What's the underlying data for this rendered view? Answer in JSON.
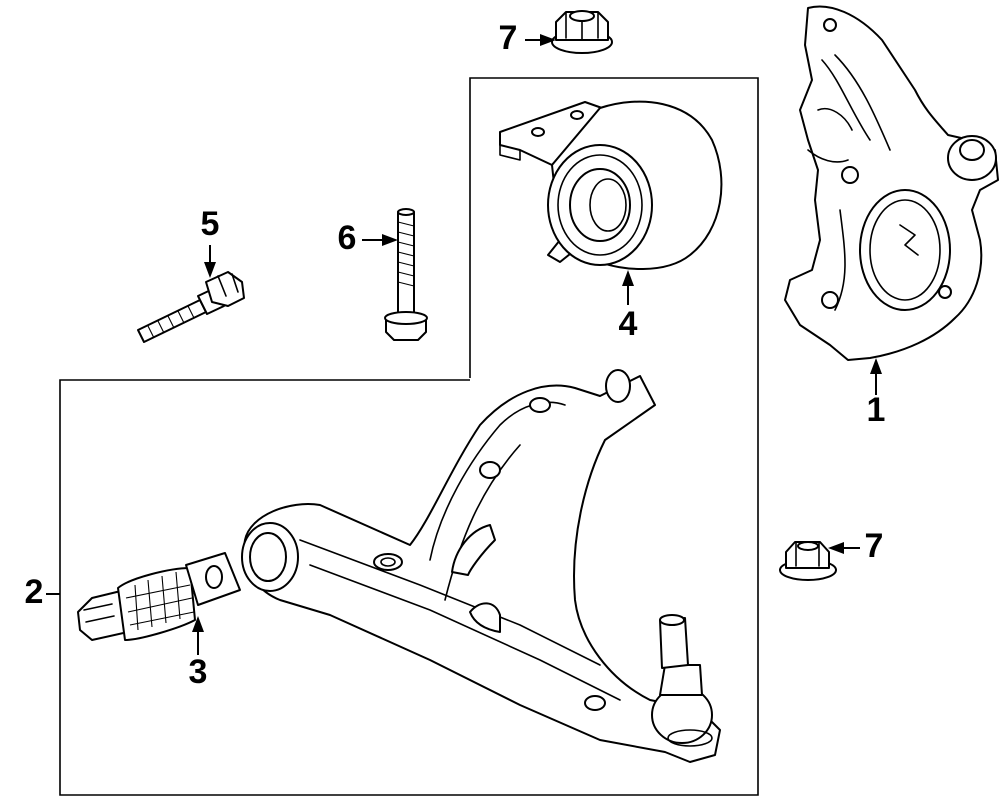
{
  "callouts": {
    "c1": "1",
    "c2": "2",
    "c3": "3",
    "c4": "4",
    "c5": "5",
    "c6": "6",
    "c7_top": "7",
    "c7_right": "7"
  },
  "parts": {
    "p1": "steering-knuckle",
    "p2": "lower-control-arm",
    "p3": "front-bushing",
    "p4": "rear-bushing",
    "p5": "bolt",
    "p6": "bolt",
    "p7": "nut"
  },
  "colors": {
    "line": "#000000",
    "background": "#ffffff"
  }
}
